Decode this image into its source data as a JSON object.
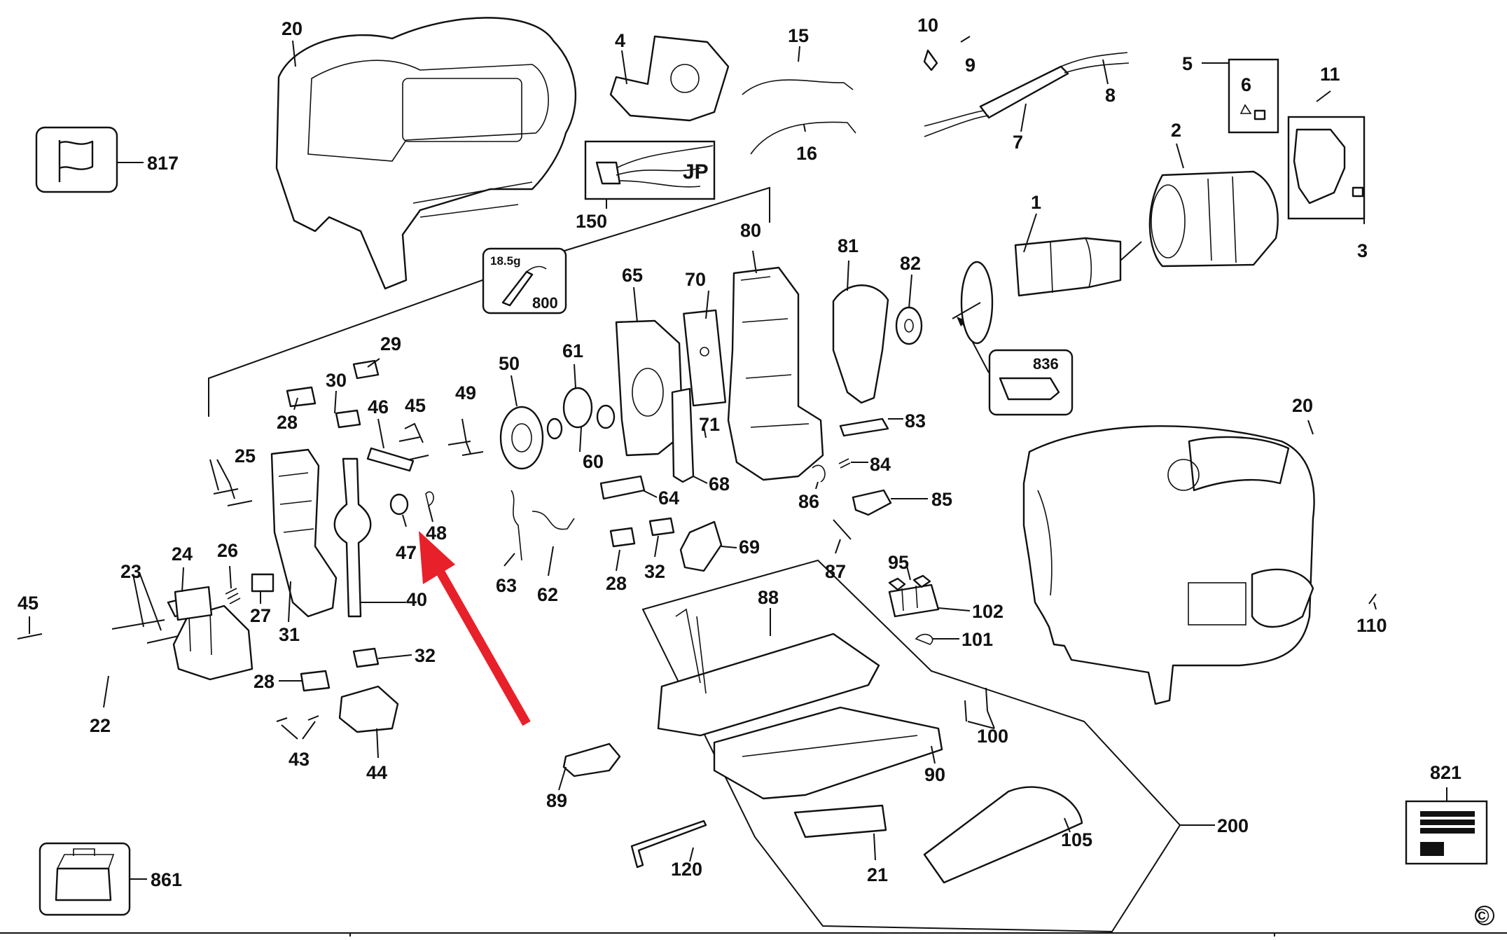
{
  "diagram": {
    "callouts": [
      "20",
      "4",
      "15",
      "16",
      "10",
      "9",
      "8",
      "7",
      "5",
      "6",
      "11",
      "2",
      "3",
      "1",
      "150",
      "817",
      "800",
      "80",
      "81",
      "82",
      "65",
      "70",
      "29",
      "30",
      "28",
      "46",
      "45",
      "49",
      "50",
      "61",
      "60",
      "71",
      "68",
      "836",
      "83",
      "84",
      "85",
      "86",
      "87",
      "25",
      "24",
      "26",
      "27",
      "23",
      "45",
      "22",
      "31",
      "40",
      "47",
      "48",
      "63",
      "62",
      "64",
      "69",
      "28",
      "32",
      "32",
      "28",
      "43",
      "44",
      "89",
      "88",
      "95",
      "102",
      "101",
      "100",
      "90",
      "200",
      "105",
      "21",
      "120",
      "110",
      "20",
      "821",
      "861"
    ],
    "box_labels": {
      "jp": "JP",
      "weight": "18.5g"
    },
    "copyright_mark": "©",
    "annotation_color": "#e8202a",
    "line_color": "#111111"
  }
}
